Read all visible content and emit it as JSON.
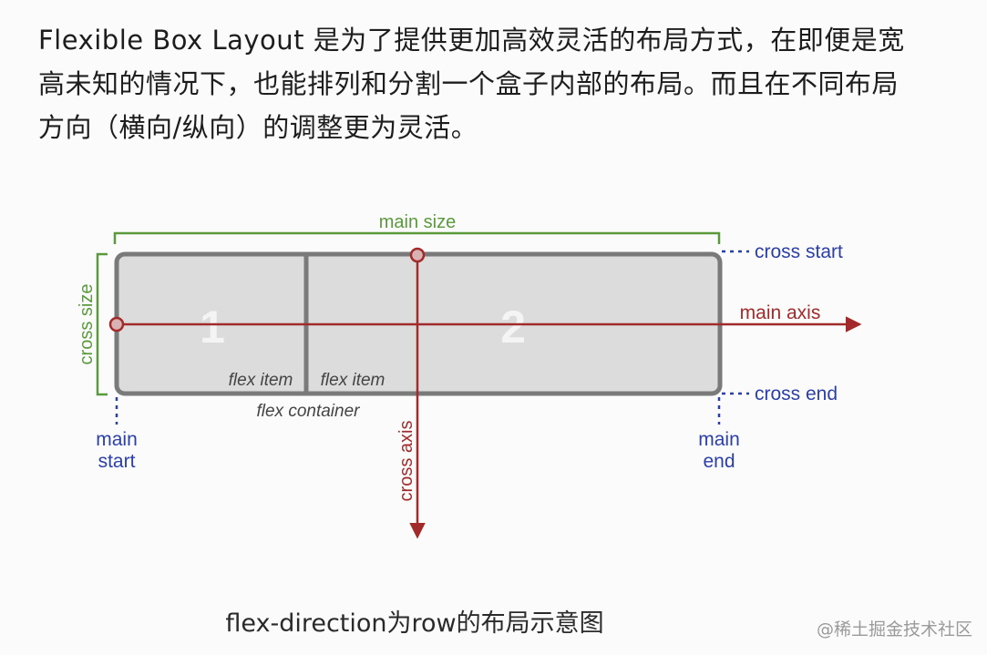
{
  "intro": {
    "text": "Flexible Box Layout 是为了提供更加高效灵活的布局方式，在即便是宽高未知的情况下，也能排列和分割一个盒子内部的布局。而且在不同布局方向（横向/纵向）的调整更为灵活。"
  },
  "diagram": {
    "main_size_label": "main size",
    "cross_size_label": "cross size",
    "cross_start_label": "cross start",
    "cross_end_label": "cross end",
    "main_axis_label": "main axis",
    "cross_axis_label": "cross axis",
    "item_1_number": "1",
    "item_2_number": "2",
    "flex_item_label_1": "flex item",
    "flex_item_label_2": "flex item",
    "flex_container_label": "flex container",
    "main_start_line1": "main",
    "main_start_line2": "start",
    "main_end_line1": "main",
    "main_end_line2": "end",
    "colors": {
      "green": "#5a9a3c",
      "red": "#a32a2a",
      "blue": "#2b3fa8",
      "box_fill": "#dcdcdc",
      "box_border": "#7a7a7a"
    }
  },
  "caption": "flex-direction为row的布局示意图",
  "watermark": "@稀土掘金技术社区"
}
